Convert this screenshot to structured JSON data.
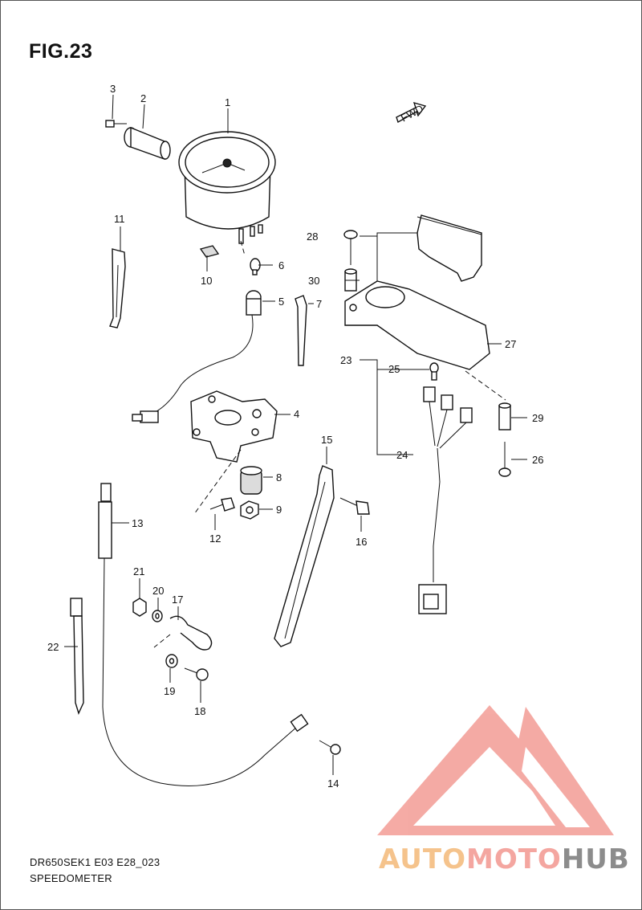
{
  "figure": {
    "title": "FIG.23",
    "fwd_label": "FWD"
  },
  "callouts": [
    {
      "id": "1",
      "label": "1"
    },
    {
      "id": "2",
      "label": "2"
    },
    {
      "id": "3",
      "label": "3"
    },
    {
      "id": "4",
      "label": "4"
    },
    {
      "id": "5",
      "label": "5"
    },
    {
      "id": "6",
      "label": "6"
    },
    {
      "id": "7",
      "label": "7"
    },
    {
      "id": "8",
      "label": "8"
    },
    {
      "id": "9",
      "label": "9"
    },
    {
      "id": "10",
      "label": "10"
    },
    {
      "id": "11",
      "label": "11"
    },
    {
      "id": "12",
      "label": "12"
    },
    {
      "id": "13",
      "label": "13"
    },
    {
      "id": "14",
      "label": "14"
    },
    {
      "id": "15",
      "label": "15"
    },
    {
      "id": "16",
      "label": "16"
    },
    {
      "id": "17",
      "label": "17"
    },
    {
      "id": "18",
      "label": "18"
    },
    {
      "id": "19",
      "label": "19"
    },
    {
      "id": "20",
      "label": "20"
    },
    {
      "id": "21",
      "label": "21"
    },
    {
      "id": "22",
      "label": "22"
    },
    {
      "id": "23",
      "label": "23"
    },
    {
      "id": "24",
      "label": "24"
    },
    {
      "id": "25",
      "label": "25"
    },
    {
      "id": "26",
      "label": "26"
    },
    {
      "id": "27",
      "label": "27"
    },
    {
      "id": "28",
      "label": "28"
    },
    {
      "id": "29",
      "label": "29"
    },
    {
      "id": "30",
      "label": "30"
    }
  ],
  "footer": {
    "code": "DR650SEK1 E03 E28_023",
    "name": "SPEEDOMETER"
  },
  "watermark": {
    "part1": "AUTO",
    "part2": "MOTO",
    "part3": "HUB",
    "color_auto": "#f5c38c",
    "color_moto": "#f4a6a0",
    "color_hub": "#8c8c8c",
    "logo_color": "#f4a6a0"
  }
}
